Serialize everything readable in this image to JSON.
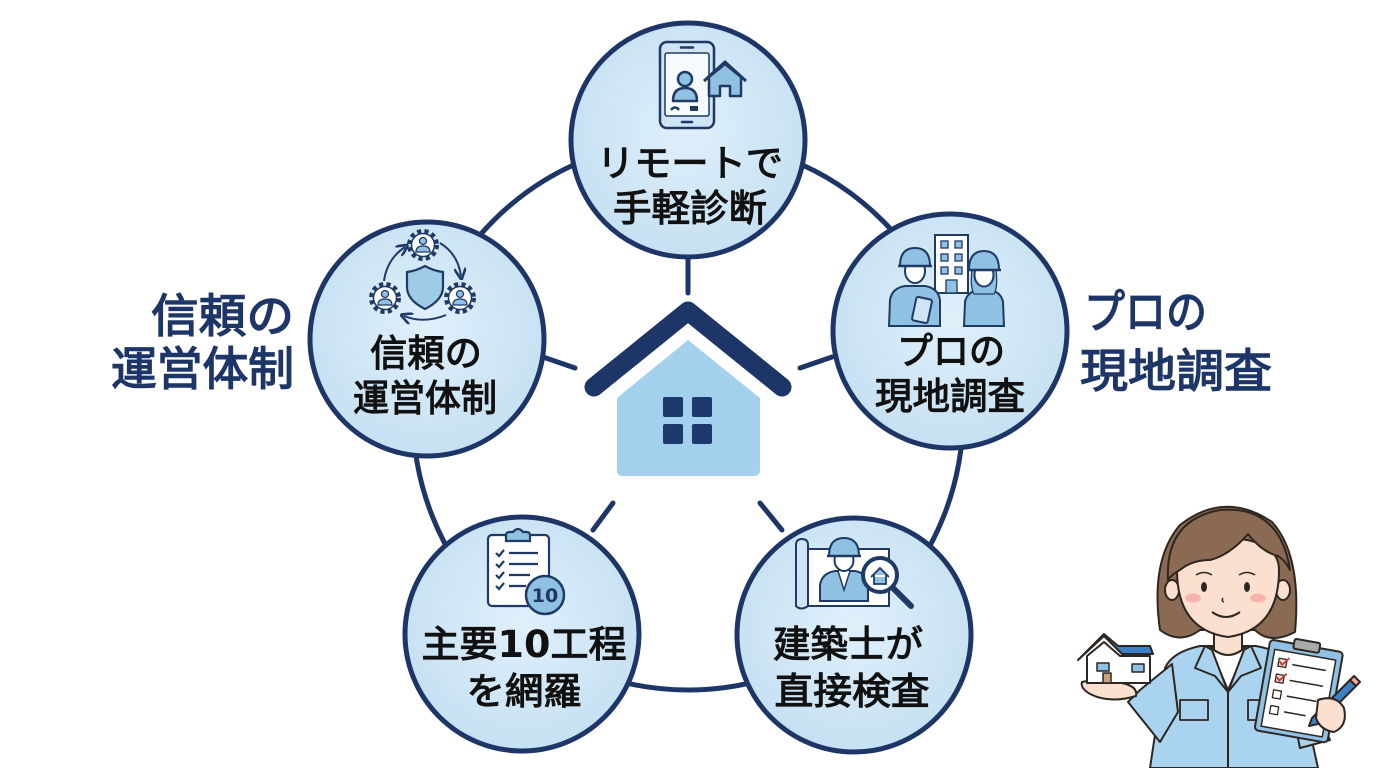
{
  "diagram": {
    "center": {
      "icon": "house-icon"
    },
    "nodes": [
      {
        "id": "remote",
        "lines": [
          "リモートで",
          "手軽診断"
        ],
        "icon": "phone-video-call-house-icon"
      },
      {
        "id": "trust",
        "lines": [
          "信頼の",
          "運営体制"
        ],
        "icon": "shield-team-gears-icon"
      },
      {
        "id": "survey",
        "lines": [
          "プロの",
          "現地調査"
        ],
        "icon": "inspectors-building-icon"
      },
      {
        "id": "coverage",
        "lines": [
          "主要10工程",
          "を網羅"
        ],
        "icon": "checklist-badge-icon",
        "badge": "10"
      },
      {
        "id": "architect",
        "lines": [
          "建築士が",
          "直接検査"
        ],
        "icon": "architect-magnifier-icon"
      }
    ],
    "side_labels": {
      "left": [
        "信頼の",
        "運営体制"
      ],
      "right": [
        "プロの",
        "現地調査"
      ]
    }
  },
  "illustration": {
    "figure": "inspector-woman-holding-house-and-clipboard"
  },
  "colors": {
    "navy": "#1d3567",
    "circle_fill": "#cfe6f5",
    "house_body": "#a3d0ec",
    "icon_fill": "#8fc1e3",
    "text": "#111111"
  }
}
